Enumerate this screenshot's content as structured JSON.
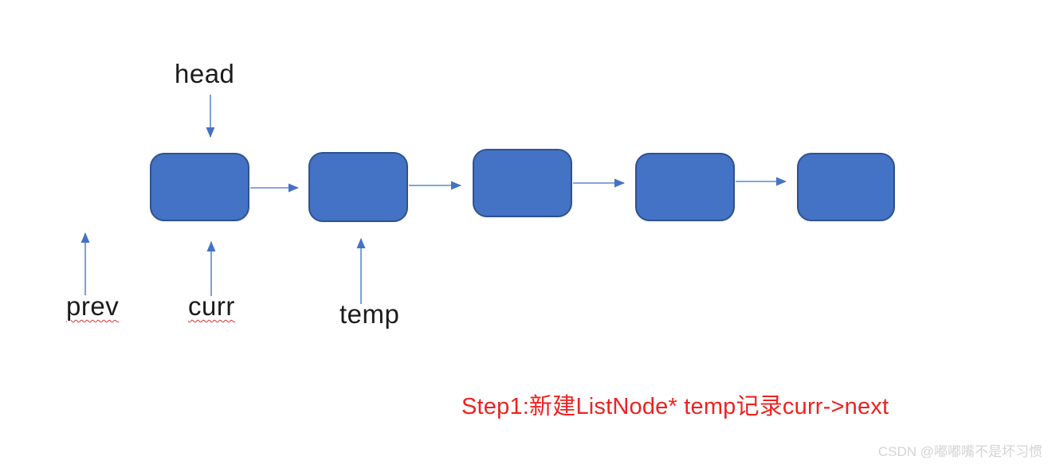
{
  "labels": {
    "head": "head",
    "prev": "prev",
    "curr": "curr",
    "temp": "temp"
  },
  "caption": "Step1:新建ListNode* temp记录curr->next",
  "watermark": "CSDN @嘟嘟嘴不是坏习惯",
  "diagram": {
    "type": "singly-linked-list",
    "node_count": 5,
    "head_points_to_node": 1,
    "curr_points_to_node": 1,
    "temp_points_to_node": 2,
    "prev_points_to": "null (before list)",
    "spellcheck_underlined_labels": [
      "prev",
      "curr"
    ]
  },
  "colors": {
    "background": "#ffffff",
    "node_fill": "#4472c4",
    "node_border": "#2f528f",
    "arrow_line": "#5b87d1",
    "arrow_head": "#4472c4",
    "label": "#1b1b1b",
    "squiggle": "#e03131",
    "caption": "#ee2222",
    "watermark": "#d4d4d4"
  }
}
